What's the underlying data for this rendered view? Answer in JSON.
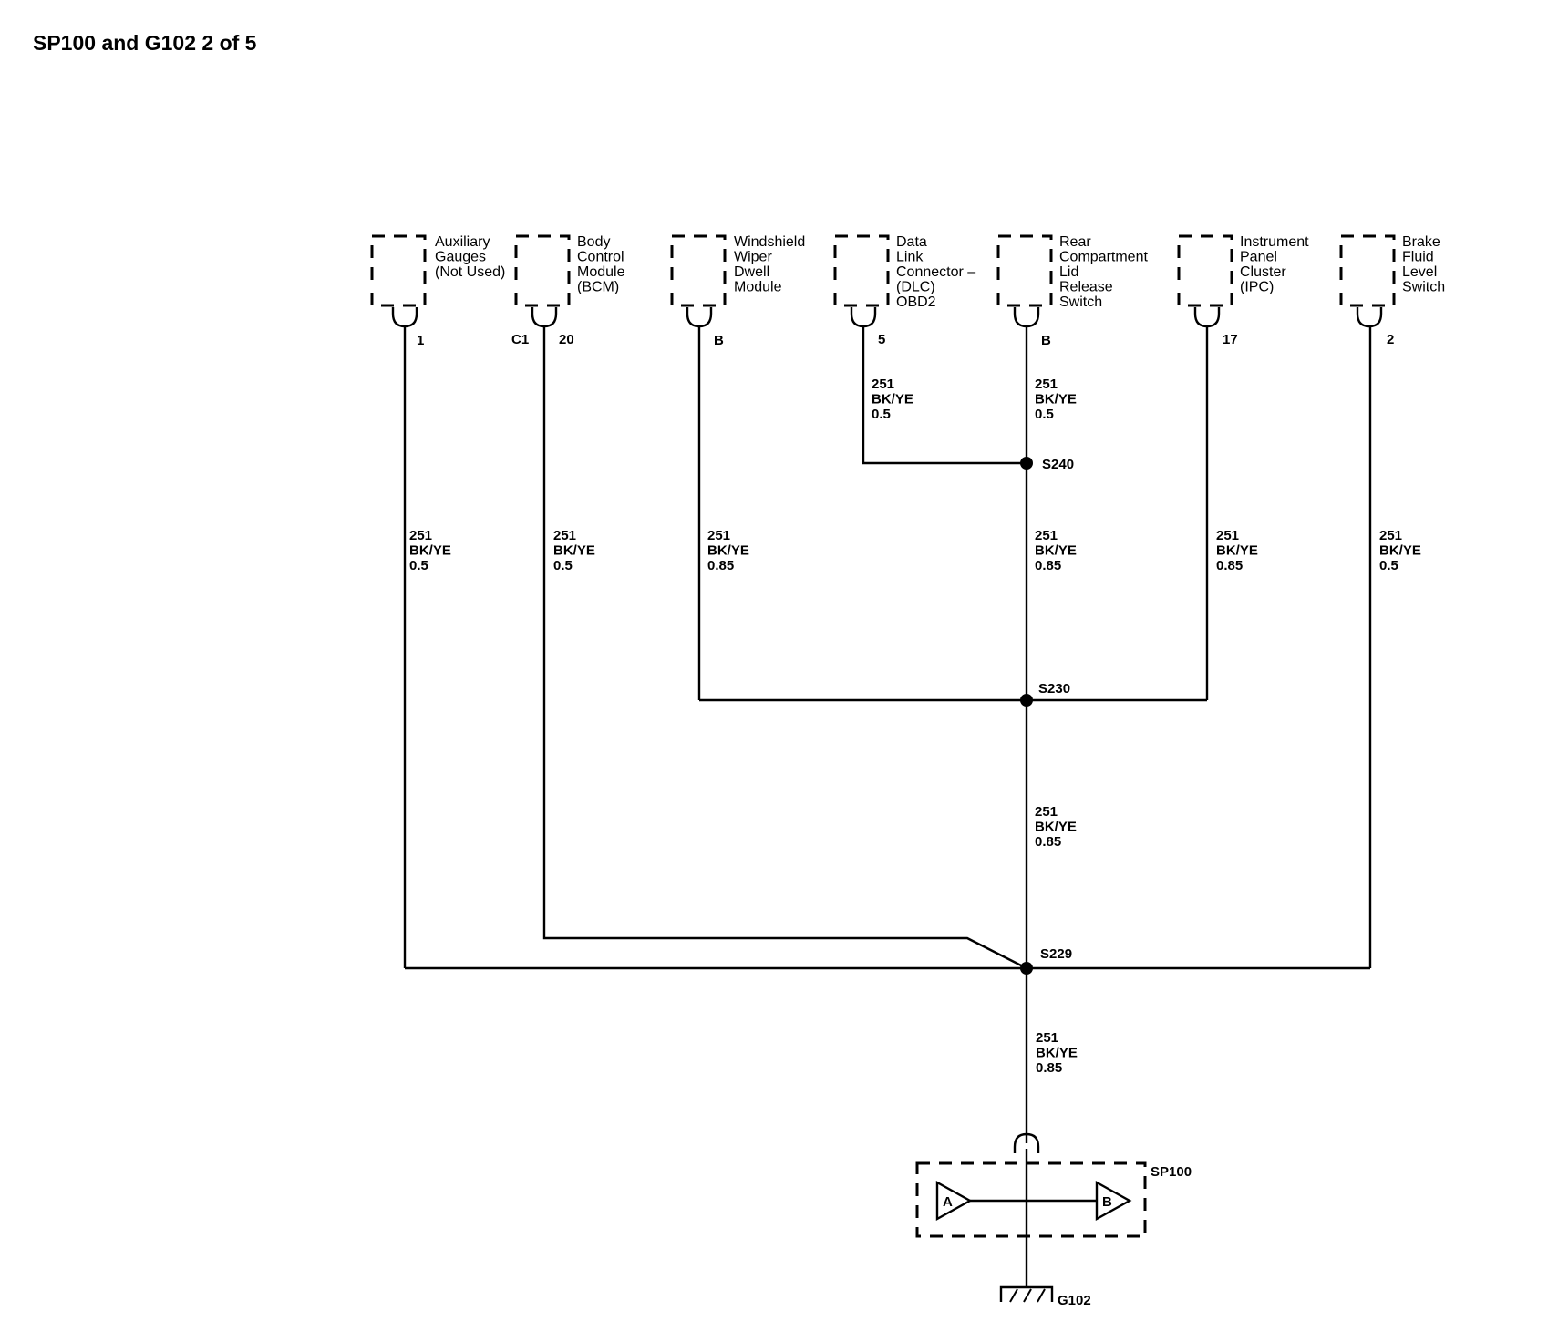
{
  "title": "SP100 and G102 2 of 5",
  "components": [
    {
      "id": "aux-gauges",
      "lines": [
        "Auxiliary",
        "Gauges",
        "(Not Used)"
      ],
      "pin": "1",
      "connector": ""
    },
    {
      "id": "bcm",
      "lines": [
        "Body",
        "Control",
        "Module",
        "(BCM)"
      ],
      "pin": "20",
      "connector": "C1"
    },
    {
      "id": "wiper-module",
      "lines": [
        "Windshield",
        "Wiper",
        "Dwell",
        "Module"
      ],
      "pin": "B",
      "connector": ""
    },
    {
      "id": "dlc",
      "lines": [
        "Data",
        "Link",
        "Connector –",
        "(DLC)",
        "OBD2"
      ],
      "pin": "5",
      "connector": ""
    },
    {
      "id": "rear-lid-switch",
      "lines": [
        "Rear",
        "Compartment",
        "Lid",
        "Release",
        "Switch"
      ],
      "pin": "B",
      "connector": ""
    },
    {
      "id": "ipc",
      "lines": [
        "Instrument",
        "Panel",
        "Cluster",
        "(IPC)"
      ],
      "pin": "17",
      "connector": ""
    },
    {
      "id": "brake-fluid-switch",
      "lines": [
        "Brake",
        "Fluid",
        "Level",
        "Switch"
      ],
      "pin": "2",
      "connector": ""
    }
  ],
  "wire_labels": [
    {
      "id": "dlc-to-s240",
      "circuit": "251",
      "color": "BK/YE",
      "gauge": "0.5"
    },
    {
      "id": "rear-lid-to-s240",
      "circuit": "251",
      "color": "BK/YE",
      "gauge": "0.5"
    },
    {
      "id": "aux-to-s229",
      "circuit": "251",
      "color": "BK/YE",
      "gauge": "0.5"
    },
    {
      "id": "bcm-to-s229",
      "circuit": "251",
      "color": "BK/YE",
      "gauge": "0.5"
    },
    {
      "id": "wiper-to-s230",
      "circuit": "251",
      "color": "BK/YE",
      "gauge": "0.85"
    },
    {
      "id": "s240-to-s230",
      "circuit": "251",
      "color": "BK/YE",
      "gauge": "0.85"
    },
    {
      "id": "ipc-to-s230",
      "circuit": "251",
      "color": "BK/YE",
      "gauge": "0.85"
    },
    {
      "id": "brake-to-s229",
      "circuit": "251",
      "color": "BK/YE",
      "gauge": "0.5"
    },
    {
      "id": "s230-to-s229",
      "circuit": "251",
      "color": "BK/YE",
      "gauge": "0.85"
    },
    {
      "id": "s229-to-sp100",
      "circuit": "251",
      "color": "BK/YE",
      "gauge": "0.85"
    }
  ],
  "splices": [
    "S240",
    "S230",
    "S229"
  ],
  "sp100": {
    "label": "SP100",
    "terminal_a": "A",
    "terminal_b": "B"
  },
  "ground": {
    "label": "G102"
  }
}
